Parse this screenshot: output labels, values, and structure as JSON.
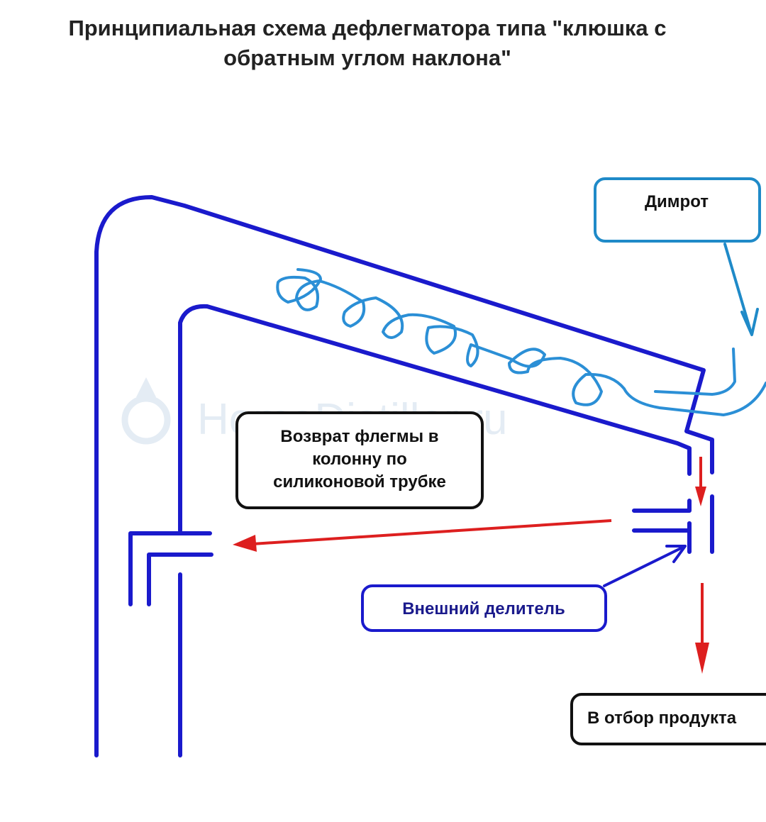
{
  "title": {
    "line1": "Принципиальная схема дефлегматора типа \"клюшка с",
    "line2": "обратным углом наклона\""
  },
  "watermark": {
    "text": "HomeDistiller.ru"
  },
  "labels": {
    "dimroth": "Димрот",
    "reflux_return_line1": "Возврат флегмы в",
    "reflux_return_line2": "колонну по",
    "reflux_return_line3": "силиконовой трубке",
    "external_divider": "Внешний делитель",
    "product_takeoff": "В отбор продукта"
  },
  "colors": {
    "pipe": "#1a1acc",
    "coil": "#2b8fd6",
    "dimroth_box": "#1f8ac8",
    "flow_arrow": "#dd1f1f",
    "divider_box": "#1a1acc",
    "divider_text": "#1a1a8c",
    "black_box": "#111111"
  }
}
